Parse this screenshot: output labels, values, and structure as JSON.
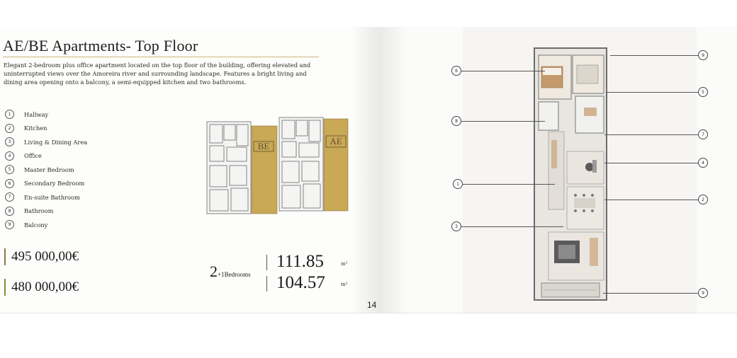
{
  "left_page": {
    "title": "AE/BE Apartments- Top Floor",
    "description": "Elegant 2-bedroom plus office apartment located on the top floor of the building, offering elevated and uninterrupted views over the Amoreira river and surrounding landscape. Features a bright living and dining area opening onto a balcony, a semi-equipped kitchen and two bathrooms.",
    "legend": [
      {
        "num": "1",
        "label": "Hallway"
      },
      {
        "num": "2",
        "label": "Kitchen"
      },
      {
        "num": "3",
        "label": "Living & Dining Area"
      },
      {
        "num": "4",
        "label": "Office"
      },
      {
        "num": "5",
        "label": "Master Bedroom"
      },
      {
        "num": "6",
        "label": "Secondary Bedroom"
      },
      {
        "num": "7",
        "label": "En-suite Bathroom"
      },
      {
        "num": "8",
        "label": "Bathroom"
      },
      {
        "num": "9",
        "label": "Balcony"
      }
    ],
    "prices": [
      "495 000,00€",
      "480 000,00€"
    ],
    "bedrooms": {
      "main": "2",
      "sub": "+1",
      "label": "Bedrooms"
    },
    "areas": [
      {
        "value": "111.85",
        "unit": "m²"
      },
      {
        "value": "104.57",
        "unit": "m²"
      }
    ],
    "siteplan_labels": [
      "BE",
      "AE"
    ],
    "page_number": "14"
  },
  "right_page": {
    "callouts": [
      {
        "num": "9",
        "side": "right"
      },
      {
        "num": "6",
        "side": "left"
      },
      {
        "num": "5",
        "side": "right"
      },
      {
        "num": "8",
        "side": "left"
      },
      {
        "num": "7",
        "side": "right"
      },
      {
        "num": "4",
        "side": "right"
      },
      {
        "num": "1",
        "side": "left"
      },
      {
        "num": "2",
        "side": "right"
      },
      {
        "num": "3",
        "side": "left"
      },
      {
        "num": "9",
        "side": "right"
      }
    ]
  },
  "colors": {
    "accent_gold": "#c9a856",
    "rule_gold": "#c9b67a",
    "text": "#1c1c1c"
  }
}
